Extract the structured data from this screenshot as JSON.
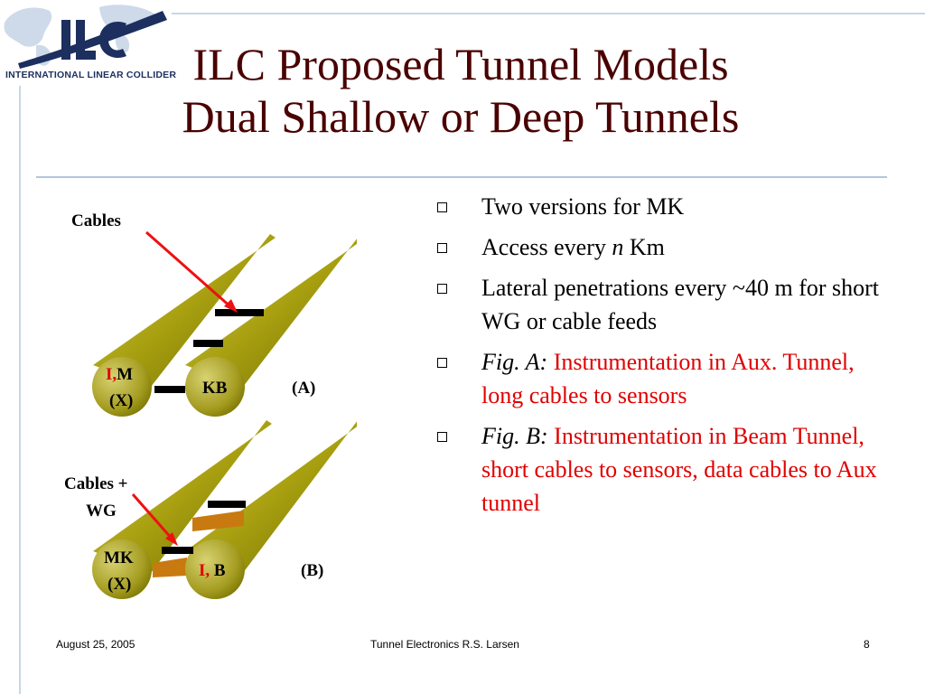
{
  "logo": {
    "text": "INTERNATIONAL LINEAR COLLIDER"
  },
  "title": {
    "line1": "ILC Proposed Tunnel Models",
    "line2": "Dual Shallow or Deep Tunnels"
  },
  "bullets": [
    {
      "text": "Two versions for MK"
    },
    {
      "pre": "Access every ",
      "italic": "n",
      "post": " Km"
    },
    {
      "text": "Lateral penetrations every ~40 m for short WG or cable feeds"
    },
    {
      "label": "Fig. A:",
      "red": "Instrumentation in Aux. Tunnel, long cables to sensors"
    },
    {
      "label": "Fig. B:",
      "red": "Instrumentation in Beam Tunnel, short cables to sensors, data cables to Aux tunnel"
    }
  ],
  "diagram": {
    "fig_a": {
      "cables_label": "Cables",
      "left_tunnel": {
        "prefix": "I,",
        "main": "M",
        "sub": "(X)"
      },
      "right_tunnel": "KB",
      "tag": "(A)"
    },
    "fig_b": {
      "cables_line1": "Cables +",
      "cables_line2": "WG",
      "left_tunnel": {
        "main": "MK",
        "sub": "(X)"
      },
      "right_tunnel": {
        "prefix": "I,",
        "main": " B"
      },
      "tag": "(B)"
    }
  },
  "footer": {
    "date": "August 25, 2005",
    "center": "Tunnel Electronics  R.S. Larsen",
    "page": "8"
  },
  "colors": {
    "title": "#4a0000",
    "red_text": "#e00000",
    "tunnel": "#a6a000",
    "arrow": "#ee1111",
    "copper": "#c87a10"
  }
}
